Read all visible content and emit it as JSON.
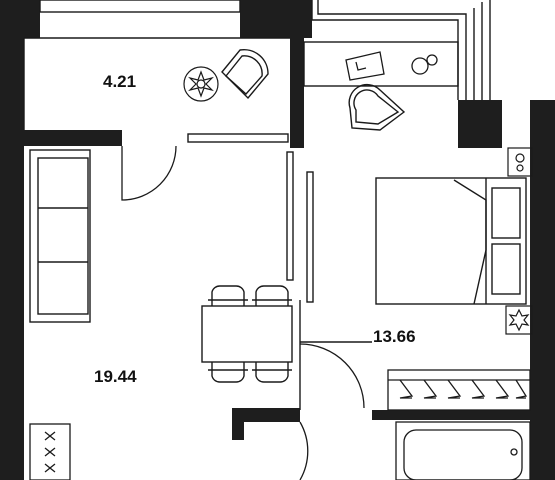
{
  "rooms": {
    "balcony": {
      "area": "4.21"
    },
    "living": {
      "area": "19.44"
    },
    "bedroom": {
      "area": "13.66"
    }
  },
  "colors": {
    "wall": "#1e1e1e",
    "line": "#1a1a1a",
    "background": "#ffffff"
  }
}
